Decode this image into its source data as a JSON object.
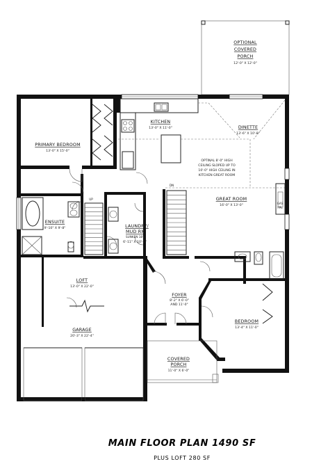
{
  "plan": {
    "title": "MAIN FLOOR PLAN 1490 SF",
    "subtitle": "PLUS LOFT 280 SF",
    "rooms": {
      "optional_porch": {
        "name_lines": [
          "OPTIONAL",
          "COVERED",
          "PORCH"
        ],
        "dims": "12'-0\" X 12'-0\""
      },
      "primary_bedroom": {
        "name": "PRIMARY BEDROOM",
        "dims": "13'-0\" X 15'-0\""
      },
      "kitchen": {
        "name": "KITCHEN",
        "dims": "13'-0\" X 11'-0\""
      },
      "dinette": {
        "name": "DINETTE",
        "dims": "13'-6\" X 10'-8\""
      },
      "ceiling_note": [
        "OPTINAL 8'-0\" HIGH",
        "CEILING SLOPED UP TO",
        "10'-0\" HIGH CEILING IN",
        "KITCHEN GREAT ROOM"
      ],
      "great_room": {
        "name": "GREAT ROOM",
        "dims": "16'-0\" X 13'-0\""
      },
      "ensuite": {
        "name": "ENSUITE",
        "dims": "9'-10\" X 9'-8\""
      },
      "laundry": {
        "name_lines": [
          "LAUNDRY/",
          "MUD RM"
        ],
        "note": "SUNKEN 18\"",
        "dims": "6'-11\" X 10'-0\""
      },
      "loft": {
        "name": "LOFT",
        "dims": "13'-0\" X 22'-0\""
      },
      "foyer": {
        "name": "FOYER",
        "dims_lines": [
          "8'-2\" X 6'-0\"",
          "AND 11'-0\""
        ]
      },
      "bedroom": {
        "name": "BEDROOM",
        "dims": "13'-4\" X 11'-0\""
      },
      "garage": {
        "name": "GARAGE",
        "dims": "20'-3\" X 22'-4\""
      },
      "covered_porch": {
        "name_lines": [
          "COVERED",
          "PORCH"
        ],
        "dims": "11'-0\" X 6'-0\""
      }
    },
    "stair_labels": {
      "up": "UP",
      "dn": "DN"
    },
    "fireplace": [
      "GAS",
      "FPL"
    ]
  }
}
